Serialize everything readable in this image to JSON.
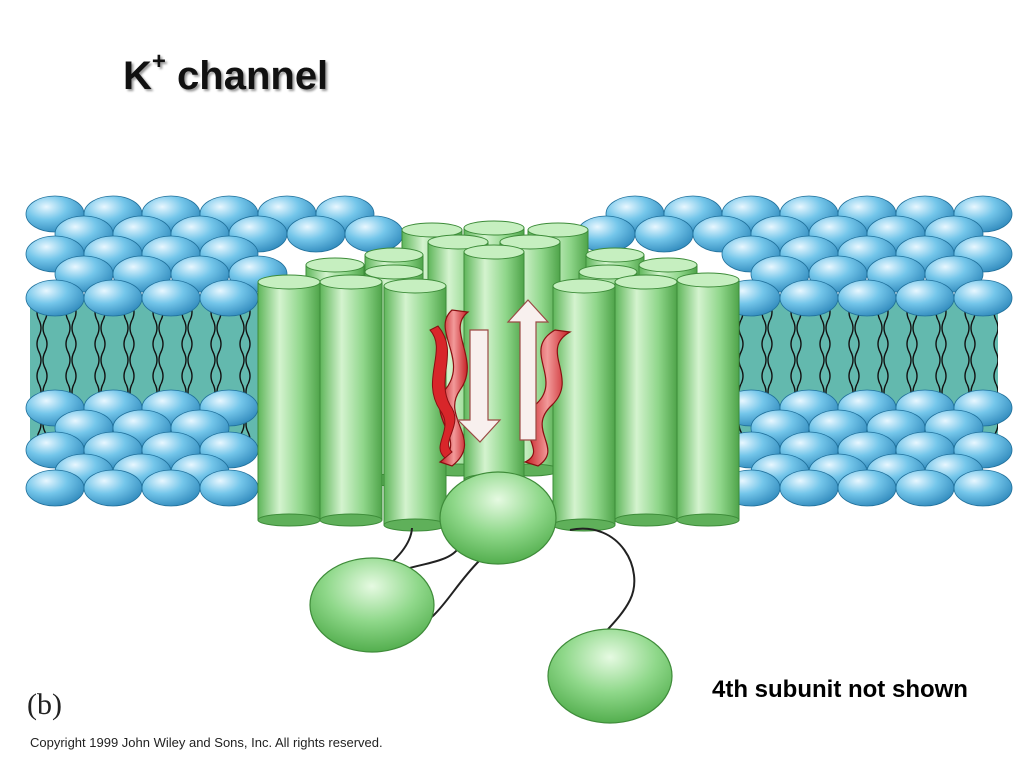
{
  "title": {
    "main": "K",
    "sup": "+",
    "rest": " channel"
  },
  "note": "4th subunit not shown",
  "panel_label": "(b)",
  "copyright": "Copyright 1999 John Wiley and Sons, Inc. All rights reserved.",
  "colors": {
    "lipid_head": "#6fc4e8",
    "lipid_head_dark": "#2f8fc2",
    "membrane_core": "#5fb8ae",
    "helix_green": "#8fd68a",
    "helix_dark": "#3f9c3f",
    "arrow_red": "#d8252a",
    "domain_green": "#7fd27a"
  }
}
